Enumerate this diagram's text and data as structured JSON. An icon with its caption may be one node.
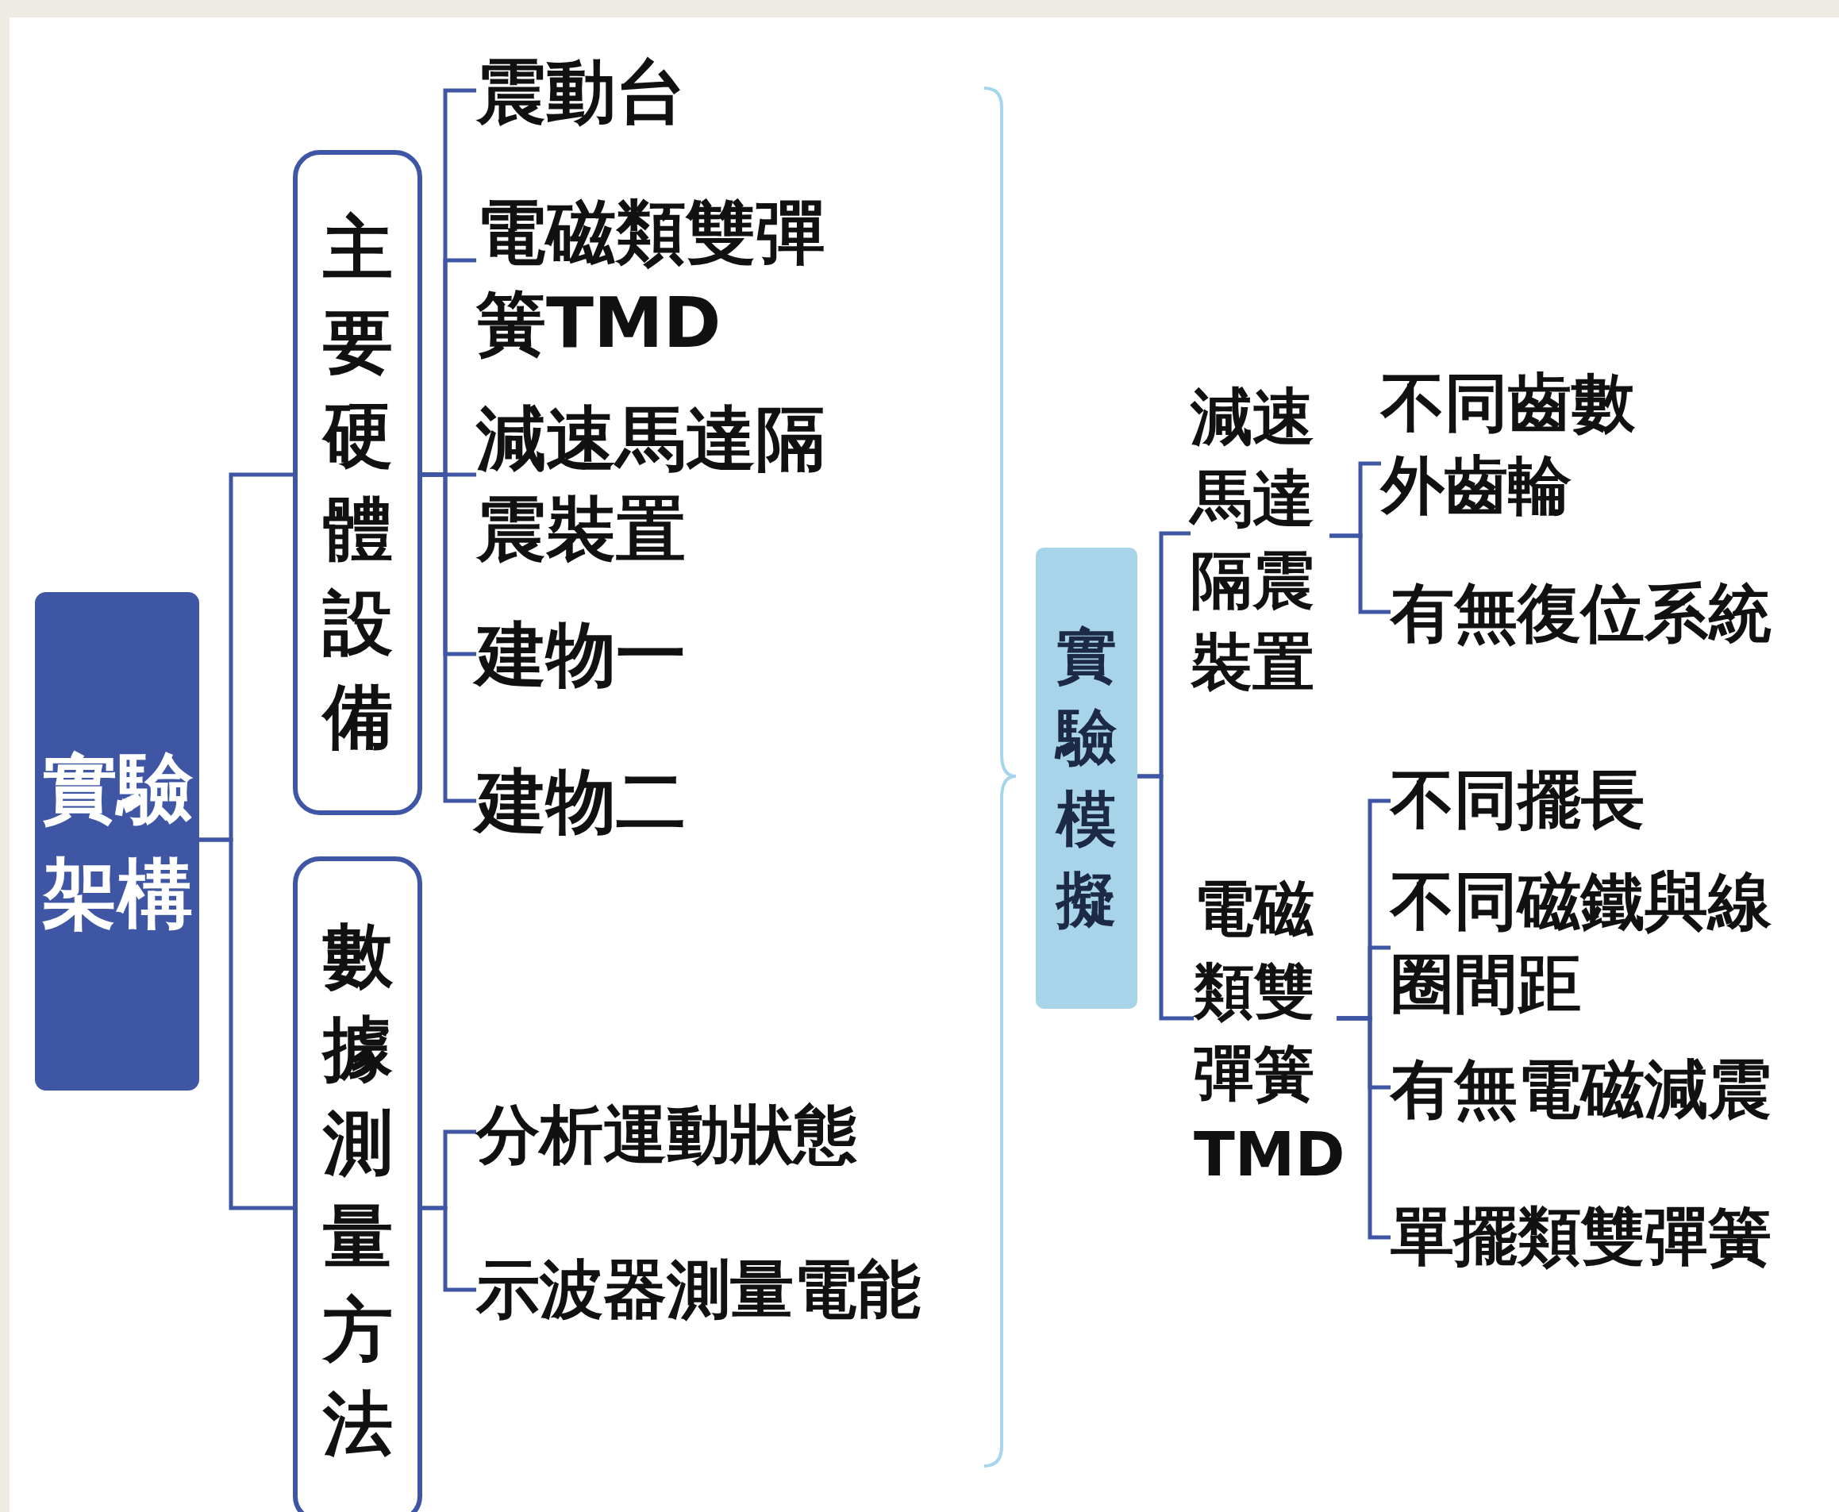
{
  "diagram": {
    "nodes": [
      {
        "text": [
          "實驗架構"
        ]
      },
      {
        "text": [
          "主要硬體設備"
        ]
      },
      {
        "text": [
          "震動台"
        ]
      },
      {
        "text": [
          "電磁類雙彈簧TMD"
        ]
      },
      {
        "text": [
          "減速馬達隔震裝置"
        ]
      },
      {
        "text": [
          "建物一"
        ]
      },
      {
        "text": [
          "建物二"
        ]
      },
      {
        "text": [
          "數據測量方法"
        ]
      },
      {
        "text": [
          "分析運動狀態"
        ]
      },
      {
        "text": [
          "示波器測量電能"
        ]
      },
      {
        "text": [
          "實驗模擬"
        ]
      },
      {
        "text": [
          "減速馬達隔震裝置"
        ]
      },
      {
        "text": [
          "不同齒數外齒輪"
        ]
      },
      {
        "text": [
          "有無復位系統"
        ]
      },
      {
        "text": [
          "電磁類雙彈簧TMD"
        ]
      },
      {
        "text": [
          "不同擺長"
        ]
      },
      {
        "text": [
          "不同磁鐵與線圈間距"
        ]
      },
      {
        "text": [
          "有無電磁減震"
        ]
      },
      {
        "text": [
          "單擺類雙彈簧"
        ]
      }
    ],
    "edges": [
      {
        "from": 0,
        "to": 1,
        "arrow": "none"
      },
      {
        "from": 0,
        "to": 7,
        "arrow": "none"
      },
      {
        "from": 1,
        "to": 2,
        "arrow": "none"
      },
      {
        "from": 1,
        "to": 3,
        "arrow": "none"
      },
      {
        "from": 1,
        "to": 4,
        "arrow": "none"
      },
      {
        "from": 1,
        "to": 5,
        "arrow": "none"
      },
      {
        "from": 1,
        "to": 6,
        "arrow": "none"
      },
      {
        "from": 7,
        "to": 8,
        "arrow": "none"
      },
      {
        "from": 7,
        "to": 9,
        "arrow": "none"
      },
      {
        "from": 10,
        "to": 11,
        "arrow": "none"
      },
      {
        "from": 10,
        "to": 14,
        "arrow": "none"
      },
      {
        "from": 11,
        "to": 12,
        "arrow": "none"
      },
      {
        "from": 11,
        "to": 13,
        "arrow": "none"
      },
      {
        "from": 14,
        "to": 15,
        "arrow": "none"
      },
      {
        "from": 14,
        "to": 16,
        "arrow": "none"
      },
      {
        "from": 14,
        "to": 17,
        "arrow": "none"
      },
      {
        "from": 14,
        "to": 18,
        "arrow": "none"
      }
    ]
  }
}
